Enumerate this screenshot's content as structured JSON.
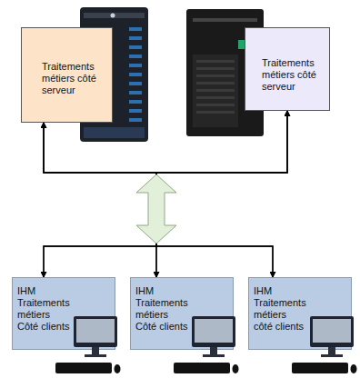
{
  "diagram": {
    "nodes": [
      {
        "text": [
          "Traitements métiers côté serveur"
        ]
      },
      {
        "text": [
          "Traitements métiers côté serveur"
        ]
      },
      {
        "text": [
          "IHM Traitements métiers Côté clients"
        ]
      },
      {
        "text": [
          "IHM Traitements métiers Côté clients"
        ]
      },
      {
        "text": [
          "IHM Traitements métiers côté clients"
        ]
      }
    ],
    "edges": [
      {
        "from": 2,
        "to": 0,
        "arrow": "both"
      },
      {
        "from": 2,
        "to": 1,
        "arrow": "both"
      },
      {
        "from": 3,
        "to": 0,
        "arrow": "both"
      },
      {
        "from": 3,
        "to": 1,
        "arrow": "both"
      },
      {
        "from": 4,
        "to": 0,
        "arrow": "both"
      },
      {
        "from": 4,
        "to": 1,
        "arrow": "both"
      }
    ]
  }
}
